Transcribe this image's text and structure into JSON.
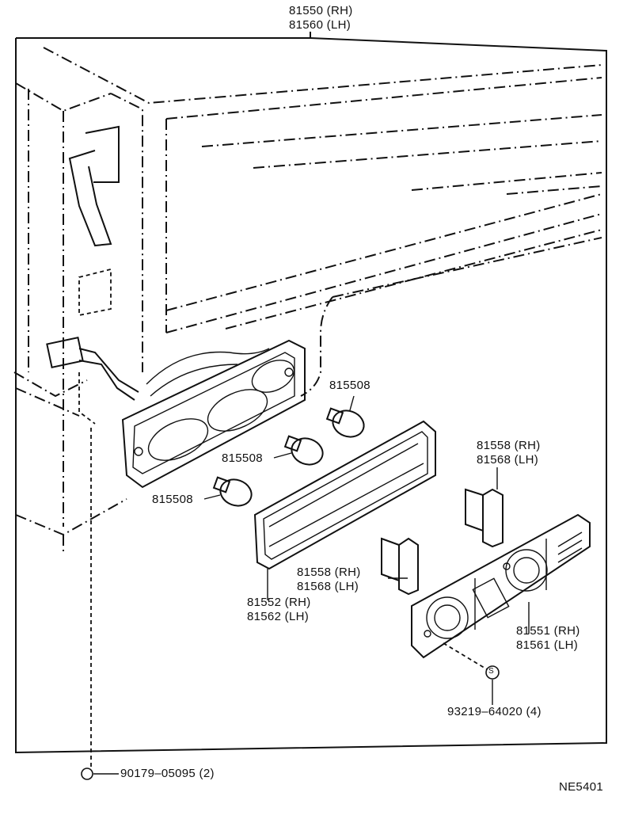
{
  "diagram_code": "NE5401",
  "assembly": {
    "part_rh": "81550 (RH)",
    "part_lh": "81560 (LH)"
  },
  "bulbs": [
    {
      "part": "815508"
    },
    {
      "part": "815508"
    },
    {
      "part": "815508"
    }
  ],
  "gasket": {
    "part_rh": "81552 (RH)",
    "part_lh": "81562 (LH)"
  },
  "bracket_upper": {
    "part_rh": "81558 (RH)",
    "part_lh": "81568 (LH)"
  },
  "bracket_lower": {
    "part_rh": "81558 (RH)",
    "part_lh": "81568 (LH)"
  },
  "lens": {
    "part_rh": "81551 (RH)",
    "part_lh": "81561 (LH)"
  },
  "screw": {
    "symbol": "S",
    "part": "93219–64020 (4)"
  },
  "nut": {
    "part": "90179–05095 (2)"
  }
}
